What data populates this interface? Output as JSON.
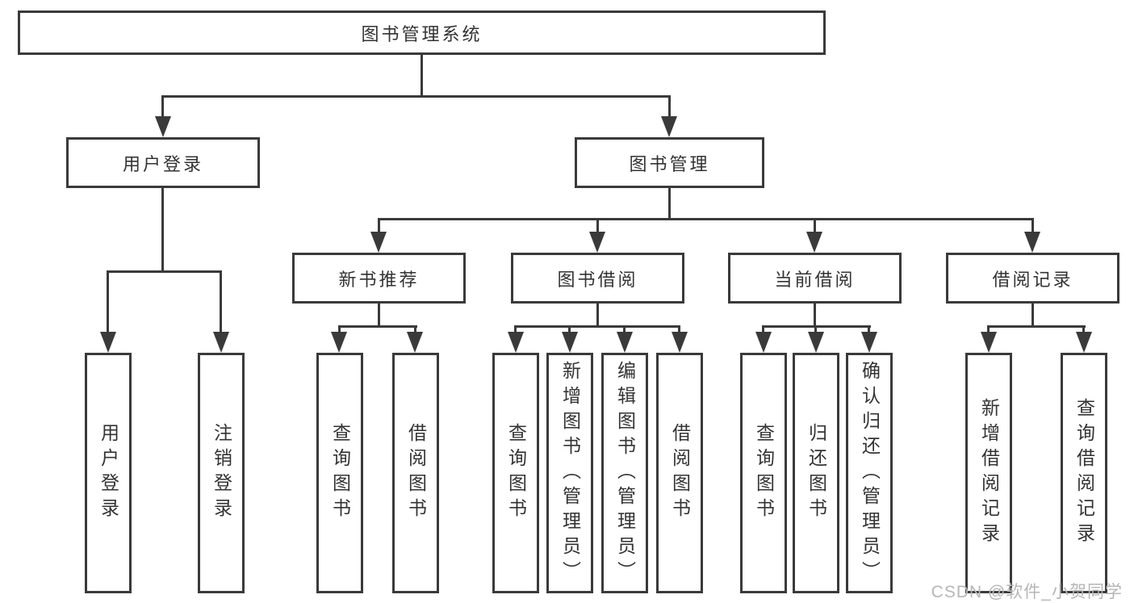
{
  "diagram": {
    "root": {
      "label": "图书管理系统"
    },
    "level2": [
      {
        "label": "用户登录"
      },
      {
        "label": "图书管理"
      }
    ],
    "level3": [
      {
        "label": "新书推荐"
      },
      {
        "label": "图书借阅"
      },
      {
        "label": "当前借阅"
      },
      {
        "label": "借阅记录"
      }
    ],
    "leaves": {
      "user_login": [
        {
          "label": "用户登录"
        },
        {
          "label": "注销登录"
        }
      ],
      "new_book_recommend": [
        {
          "label": "查询图书"
        },
        {
          "label": "借阅图书"
        }
      ],
      "book_borrow": [
        {
          "label": "查询图书"
        },
        {
          "label": "新增图书（管理员）"
        },
        {
          "label": "编辑图书（管理员）"
        },
        {
          "label": "借阅图书"
        }
      ],
      "current_borrow": [
        {
          "label": "查询图书"
        },
        {
          "label": "归还图书"
        },
        {
          "label": "确认归还（管理员）"
        }
      ],
      "borrow_records": [
        {
          "label": "新增借阅记录"
        },
        {
          "label": "查询借阅记录"
        }
      ]
    },
    "watermark": "CSDN @软件_小贺同学",
    "colors": {
      "line": "#3a3a3a",
      "text": "#333333",
      "watermark": "#b6b6b6",
      "background": "#ffffff"
    }
  }
}
